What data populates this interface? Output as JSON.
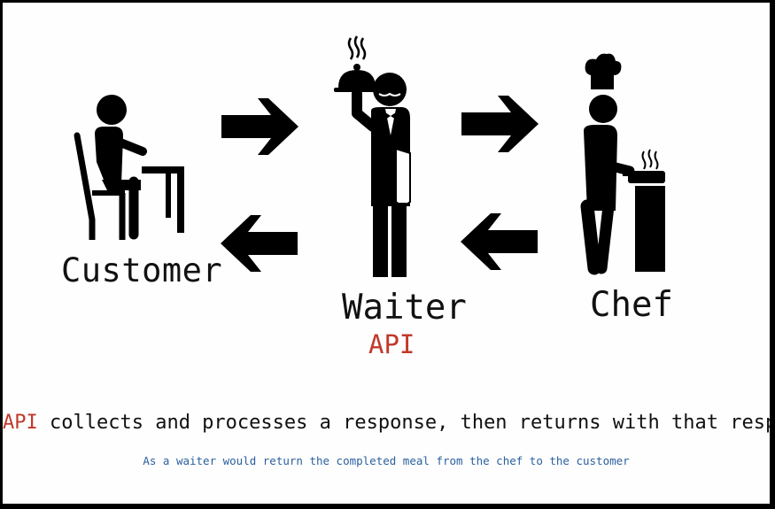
{
  "labels": {
    "customer": "Customer",
    "waiter": "Waiter",
    "api": "API",
    "chef": "Chef"
  },
  "caption": {
    "highlight": "API",
    "rest": " collects and processes a response, then returns with that response"
  },
  "subcaption": "As a waiter would return the completed meal from the chef to the customer",
  "colors": {
    "accent_red": "#c0392b",
    "subcaption_blue": "#2a5f9e",
    "figure": "#000000"
  },
  "icons": [
    "customer-icon",
    "waiter-icon",
    "chef-icon",
    "arrow-right-icon",
    "arrow-left-icon"
  ]
}
